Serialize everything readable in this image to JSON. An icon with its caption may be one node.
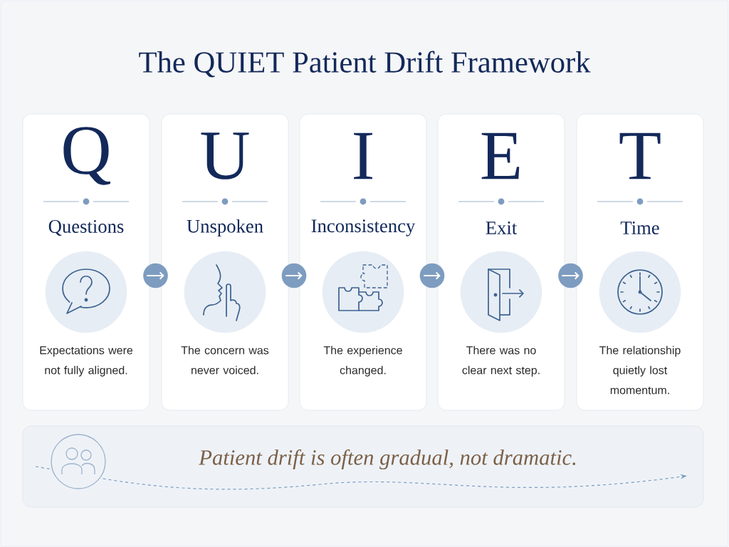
{
  "diagram": {
    "title": "The QUIET Patient Drift Framework",
    "nodes": [
      {
        "text": [
          "Q",
          "Questions",
          "Expectations were not fully aligned."
        ]
      },
      {
        "text": [
          "U",
          "Unspoken",
          "The concern was never voiced."
        ]
      },
      {
        "text": [
          "I",
          "Inconsistency",
          "The experience changed."
        ]
      },
      {
        "text": [
          "E",
          "Exit",
          "There was no clear next step."
        ]
      },
      {
        "text": [
          "T",
          "Time",
          "The relationship quietly lost momentum."
        ]
      },
      {
        "text": [
          "Patient drift is often gradual, not dramatic."
        ]
      }
    ],
    "edges": [
      {
        "from": 0,
        "to": 1,
        "arrow": "to"
      },
      {
        "from": 1,
        "to": 2,
        "arrow": "to"
      },
      {
        "from": 2,
        "to": 3,
        "arrow": "to"
      },
      {
        "from": 3,
        "to": 4,
        "arrow": "to"
      }
    ]
  }
}
